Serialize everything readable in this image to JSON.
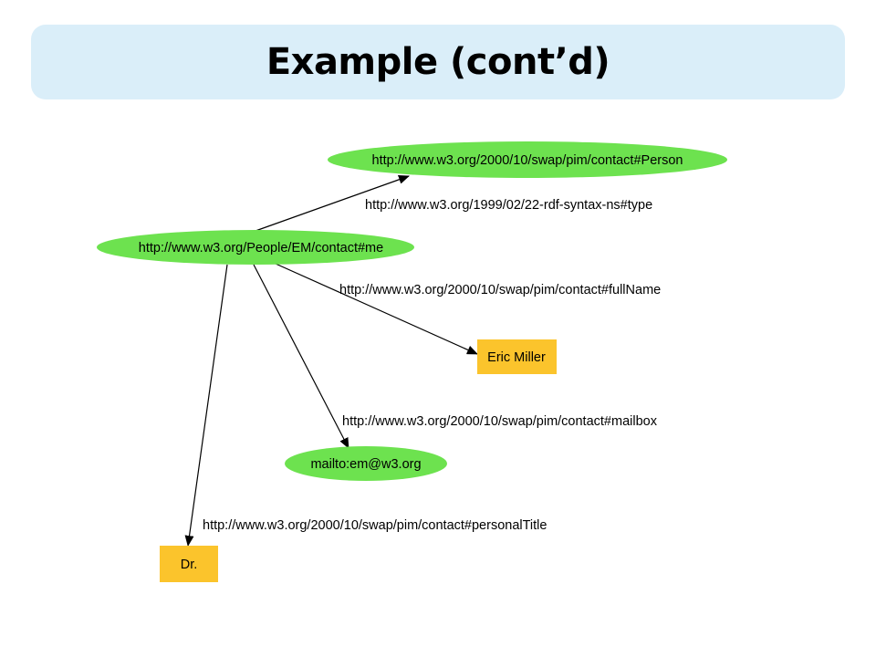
{
  "slide": {
    "title": "Example (cont’d)"
  },
  "colors": {
    "title_background": "#daeef9",
    "resource_node": "#6de24f",
    "literal_node": "#fbc42c",
    "edge": "#000000"
  },
  "graph": {
    "nodes": {
      "me": {
        "label": "http://www.w3.org/People/EM/contact#me",
        "kind": "resource"
      },
      "person": {
        "label": "http://www.w3.org/2000/10/swap/pim/contact#Person",
        "kind": "resource"
      },
      "eric": {
        "label": "Eric Miller",
        "kind": "literal"
      },
      "mailbox": {
        "label": "mailto:em@w3.org",
        "kind": "resource"
      },
      "dr": {
        "label": "Dr.",
        "kind": "literal"
      }
    },
    "edges": {
      "type": {
        "from": "me",
        "to": "person",
        "label": "http://www.w3.org/1999/02/22-rdf-syntax-ns#type"
      },
      "fullName": {
        "from": "me",
        "to": "eric",
        "label": "http://www.w3.org/2000/10/swap/pim/contact#fullName"
      },
      "mailbox": {
        "from": "me",
        "to": "mailbox",
        "label": "http://www.w3.org/2000/10/swap/pim/contact#mailbox"
      },
      "personalTitle": {
        "from": "me",
        "to": "dr",
        "label": "http://www.w3.org/2000/10/swap/pim/contact#personalTitle"
      }
    }
  }
}
